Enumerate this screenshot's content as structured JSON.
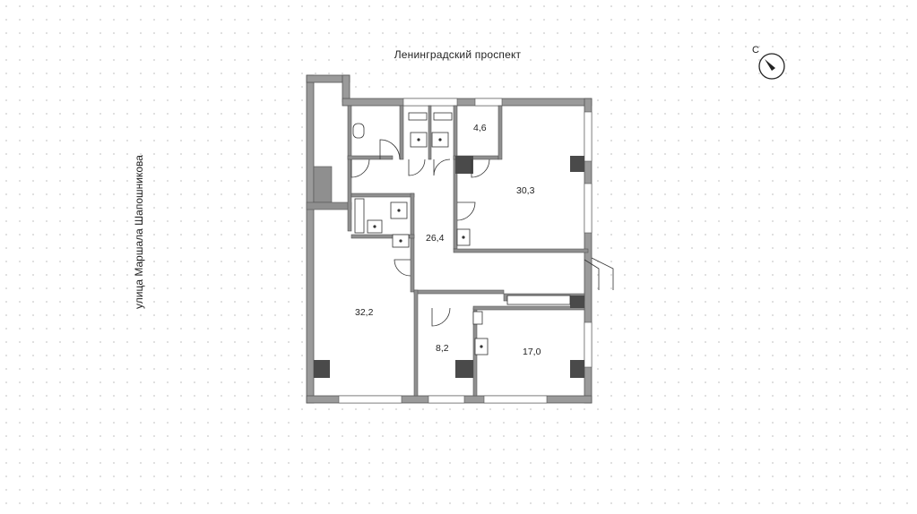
{
  "streets": {
    "top": "Ленинградский проспект",
    "left": "улица Маршала Шапошникова"
  },
  "compass": {
    "label": "С"
  },
  "rooms": [
    {
      "id": "wc-small",
      "area": "4,6"
    },
    {
      "id": "room-ne",
      "area": "30,3"
    },
    {
      "id": "hall",
      "area": "26,4"
    },
    {
      "id": "room-w",
      "area": "32,2"
    },
    {
      "id": "storage",
      "area": "8,2"
    },
    {
      "id": "room-se",
      "area": "17,0"
    }
  ],
  "colors": {
    "wall": "#8f8f8f",
    "wall_outline": "#555555",
    "column": "#4a4a4a",
    "line": "#333333",
    "grid_dot": "#c9c9c9"
  }
}
